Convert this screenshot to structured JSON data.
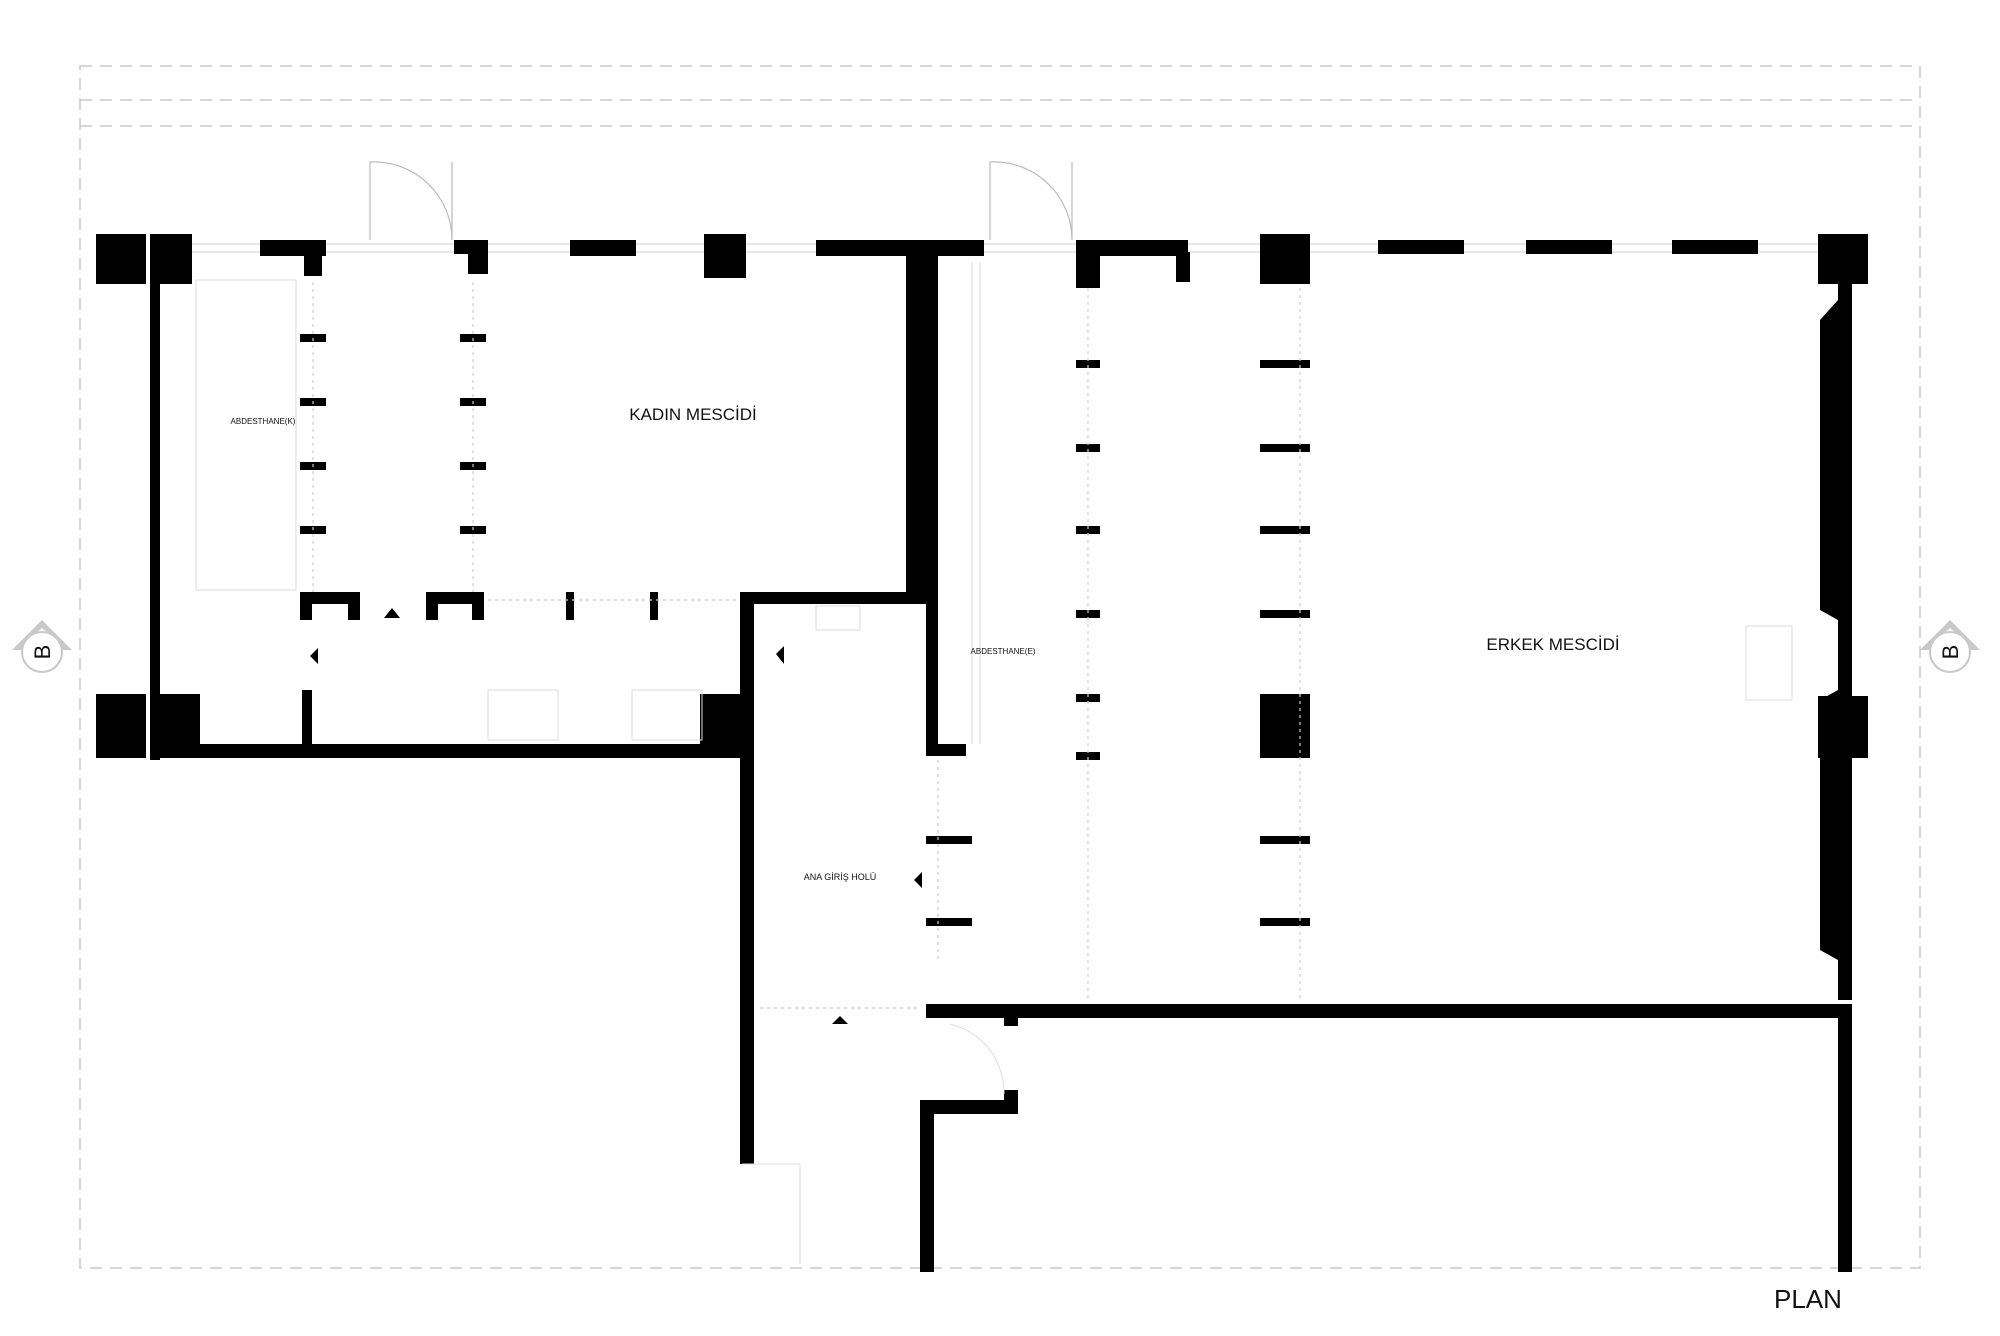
{
  "drawing": {
    "title": "PLAN",
    "section_marker": "B"
  },
  "rooms": {
    "kadin_mescidi": "KADIN MESCİDİ",
    "erkek_mescidi": "ERKEK MESCİDİ",
    "abdesthane_k": "ABDESTHANE(K)",
    "abdesthane_e": "ABDESTHANE(E)",
    "ana_giris_holu": "ANA GİRİŞ HOLÜ"
  },
  "colors": {
    "wall": "#000000",
    "guide_line": "#cccccc",
    "marker": "#c8c8c8",
    "background": "#ffffff"
  }
}
